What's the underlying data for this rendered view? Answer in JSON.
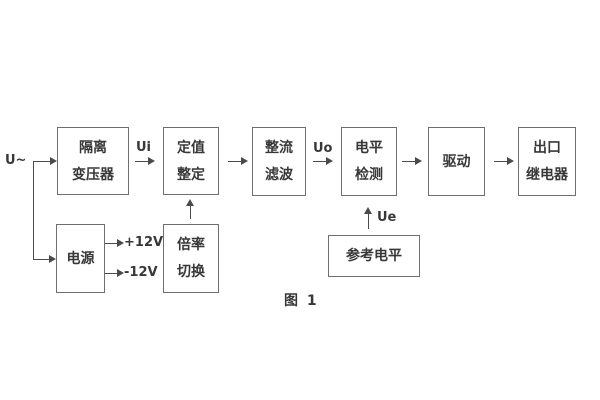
{
  "diagram": {
    "caption": "图 1",
    "input_label": "U~",
    "labels": {
      "ui": "Ui",
      "uo": "Uo",
      "ue": "Ue",
      "plus12": "+12V",
      "minus12": "-12V"
    },
    "blocks": {
      "isolation_transformer": {
        "line1": "隔离",
        "line2": "变压器"
      },
      "setting_adjust": {
        "line1": "定值",
        "line2": "整定"
      },
      "rectifier_filter": {
        "line1": "整流",
        "line2": "滤波"
      },
      "level_detect": {
        "line1": "电平",
        "line2": "检测"
      },
      "driver": {
        "line1": "驱动"
      },
      "output_relay": {
        "line1": "出口",
        "line2": "继电器"
      },
      "power_supply": {
        "line1": "电源"
      },
      "ratio_switch": {
        "line1": "倍率",
        "line2": "切换"
      },
      "reference_level": {
        "line1": "参考电平"
      }
    },
    "colors": {
      "box_border": "#6f6f6f",
      "connector": "#4a4a4a",
      "text": "#383838",
      "background": "#ffffff"
    }
  }
}
